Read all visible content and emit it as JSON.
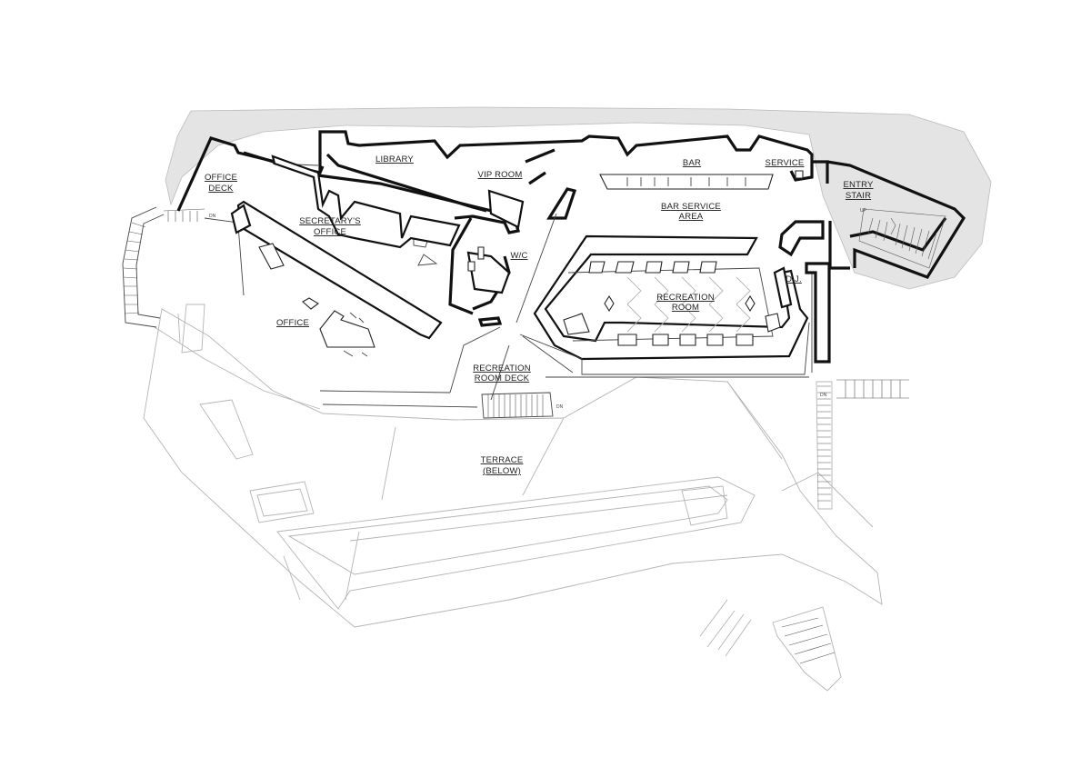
{
  "plan": {
    "colors": {
      "hill": "#e4e4e4",
      "wall": "#111111",
      "below": "#b4b4b4"
    },
    "labels": {
      "office_deck": [
        "OFFICE",
        "DECK"
      ],
      "library": "LIBRARY",
      "vip_room": "VIP ROOM",
      "bar": "BAR",
      "service": "SERVICE",
      "entry_stair": [
        "ENTRY",
        "STAIR"
      ],
      "secretarys_office": [
        "SECRETARY'S",
        "OFFICE"
      ],
      "bar_service_area": [
        "BAR SERVICE",
        "AREA"
      ],
      "wc": "W/C",
      "dj": "D.J.",
      "recreation_room": [
        "RECREATION",
        "ROOM"
      ],
      "office": "OFFICE",
      "recreation_room_deck": [
        "RECREATION",
        "ROOM DECK"
      ],
      "terrace_below": [
        "TERRACE",
        "(BELOW)"
      ]
    },
    "stair_marks": {
      "dn": "DN",
      "up": "UP"
    }
  }
}
